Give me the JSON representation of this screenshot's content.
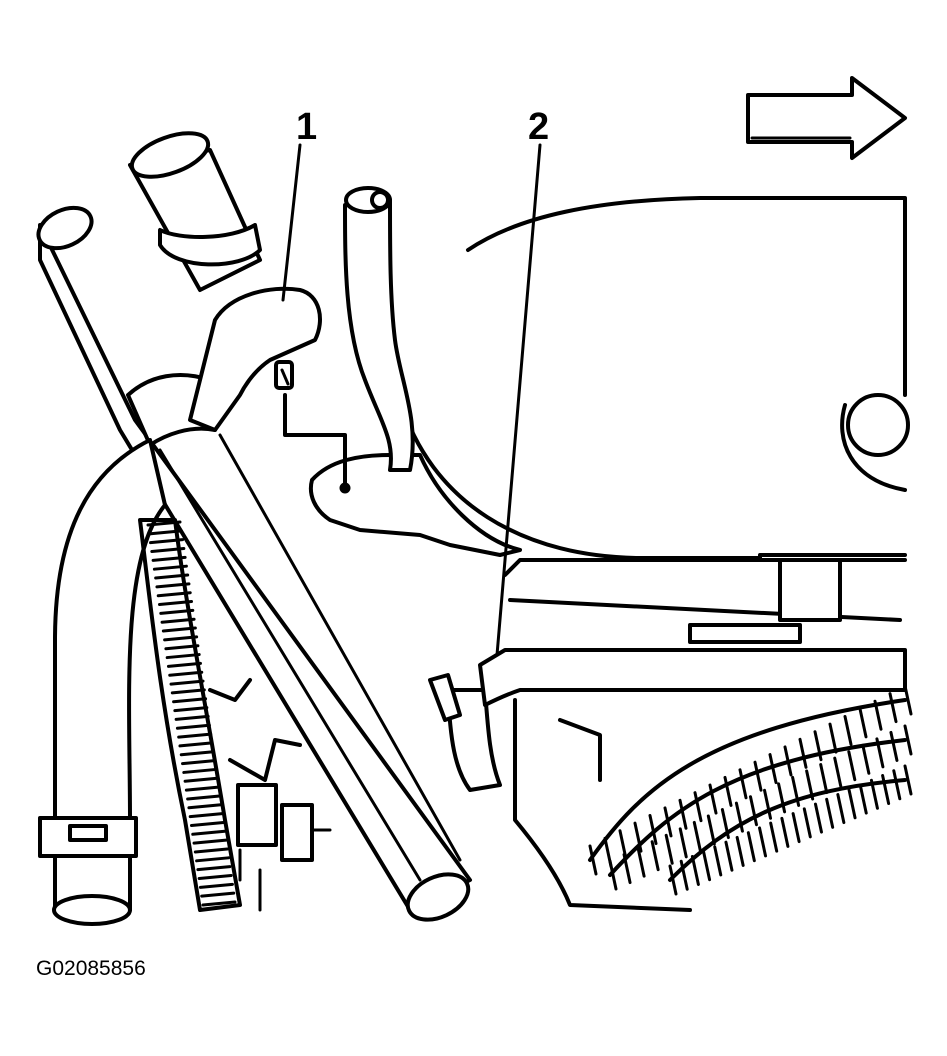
{
  "callouts": [
    {
      "label": "1"
    },
    {
      "label": "2"
    }
  ],
  "figure_id": "G02085856",
  "icons": [
    "direction-arrow-icon"
  ],
  "colors": {
    "ink": "#000000",
    "paper": "#ffffff"
  }
}
